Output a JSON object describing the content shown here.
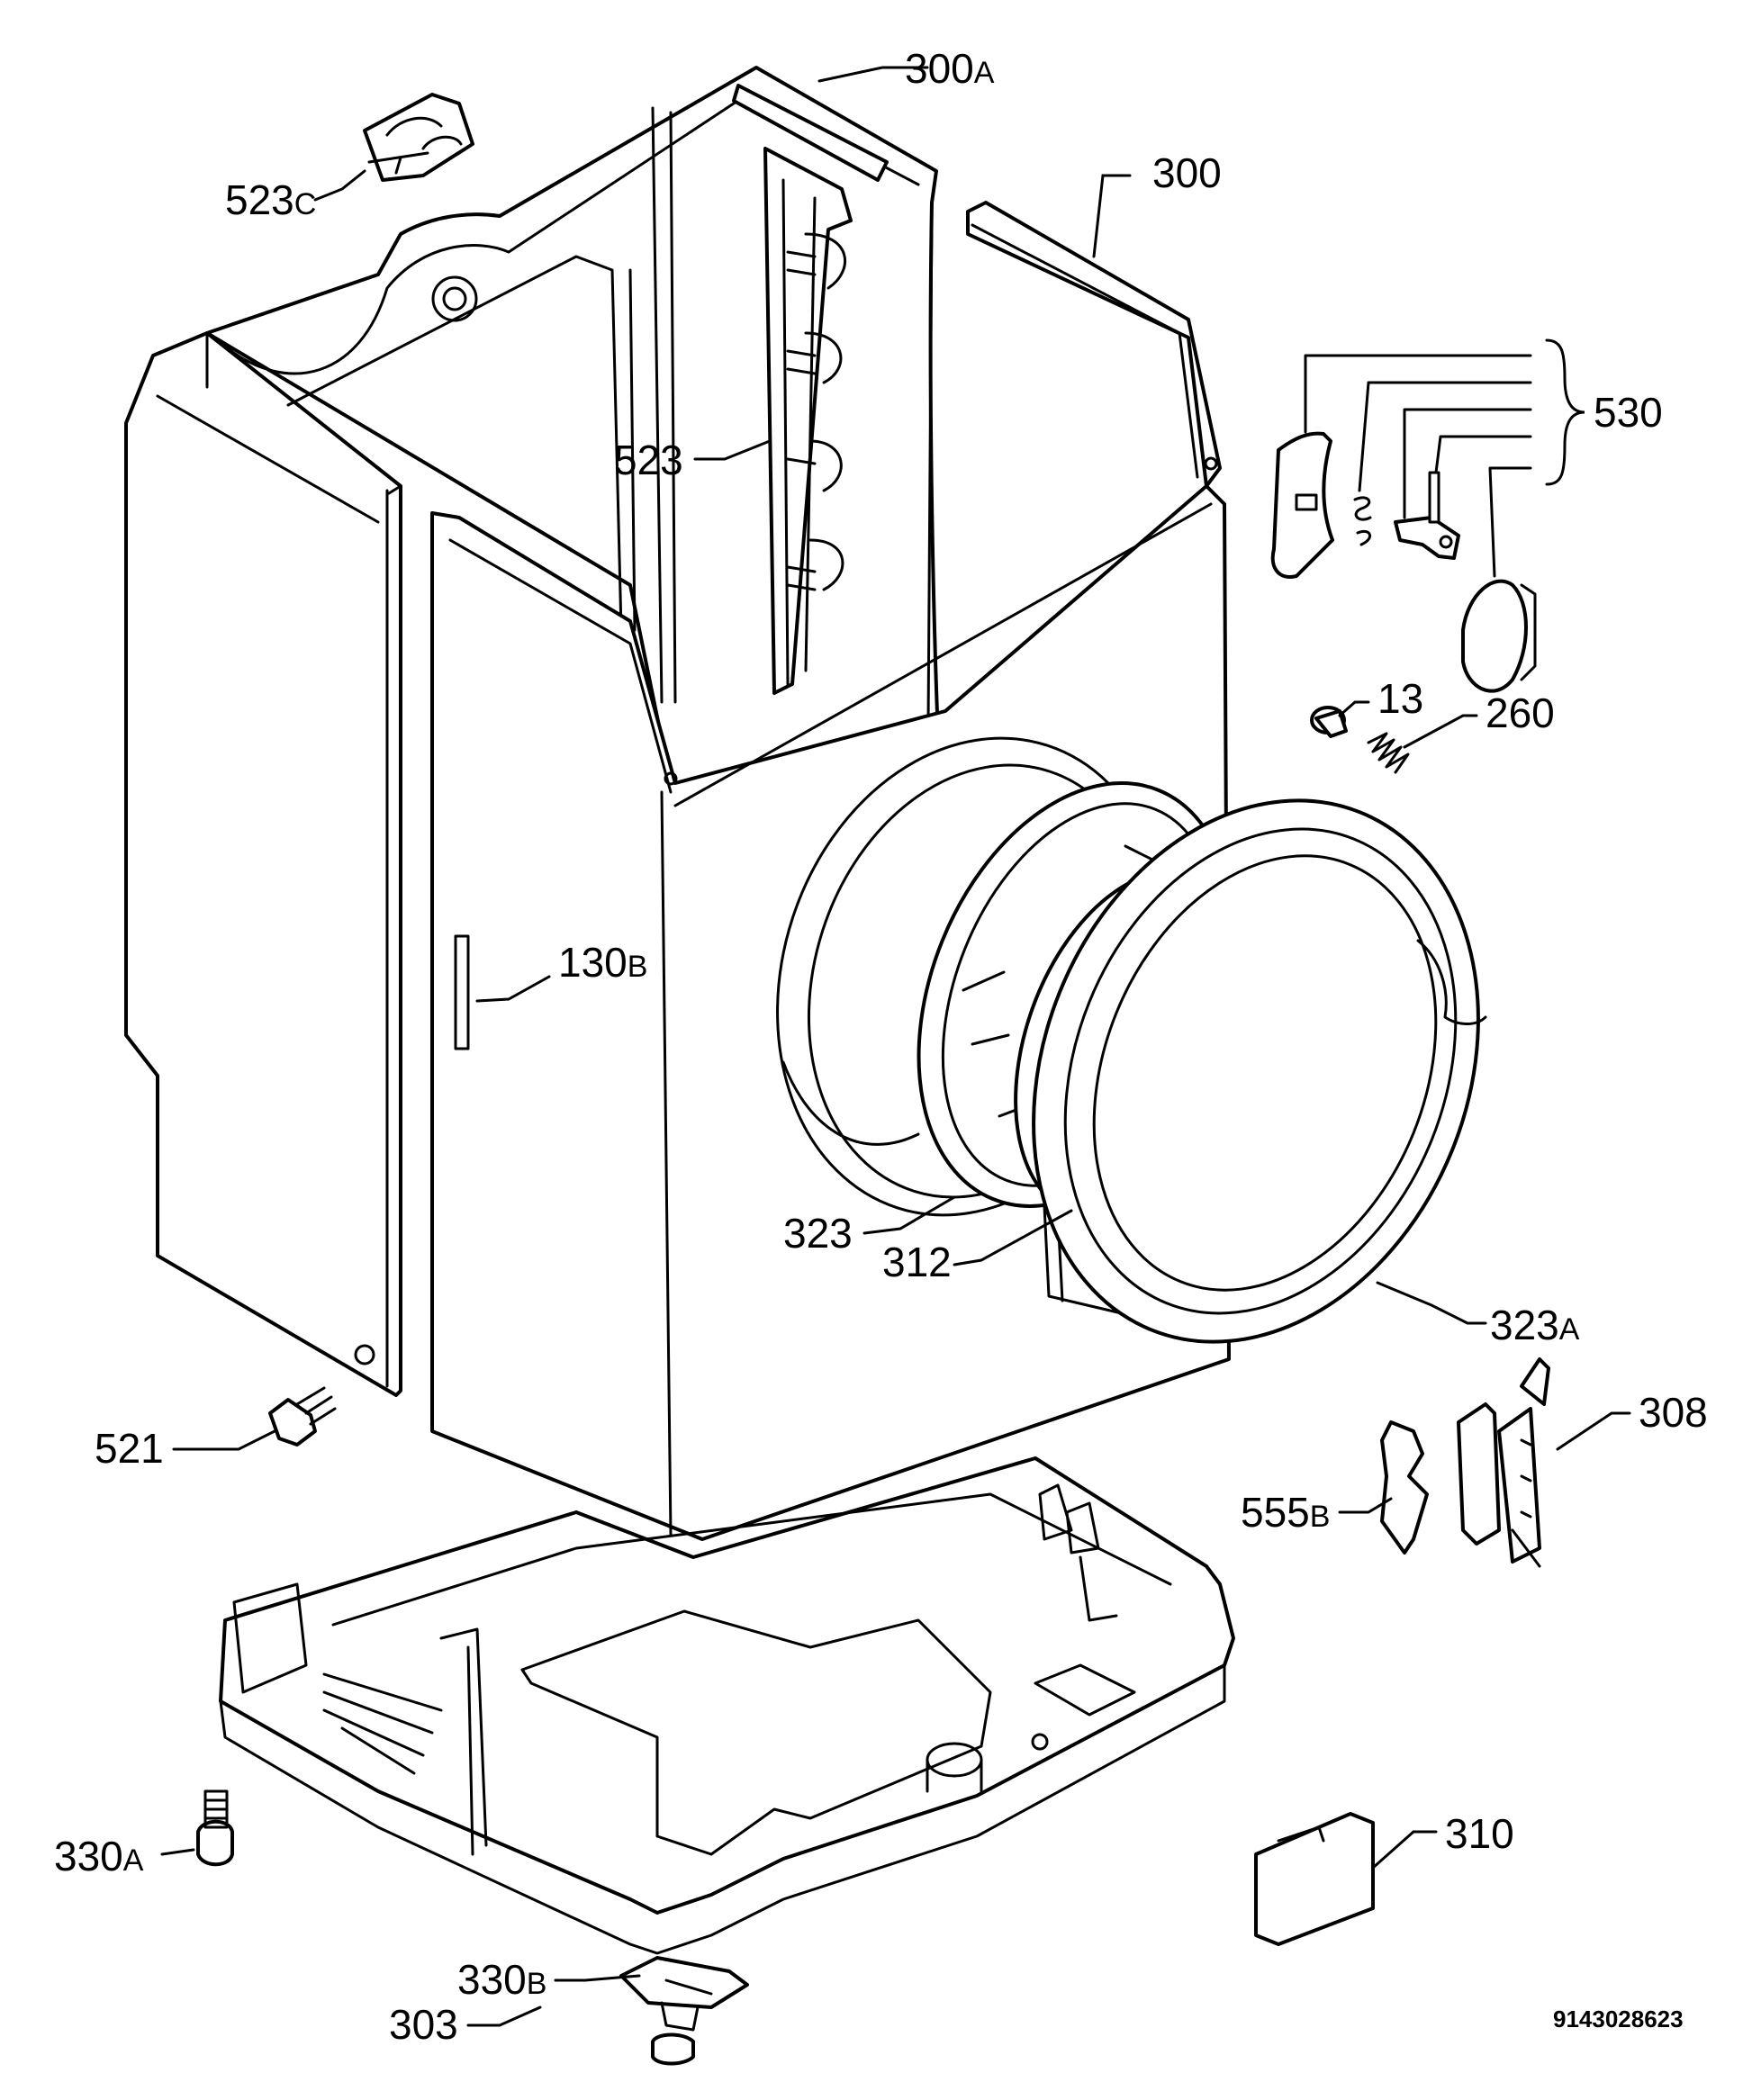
{
  "labels": {
    "p300A_num": "300",
    "p300A_suf": "A",
    "p523C_num": "523",
    "p523C_suf": "C",
    "p300": "300",
    "p530": "530",
    "p523": "523",
    "p13": "13",
    "p260": "260",
    "p130B_num": "130",
    "p130B_suf": "B",
    "p323": "323",
    "p312": "312",
    "p323A_num": "323",
    "p323A_suf": "A",
    "p521": "521",
    "p308": "308",
    "p555B_num": "555",
    "p555B_suf": "B",
    "p330A_num": "330",
    "p330A_suf": "A",
    "p310": "310",
    "p303": "303",
    "p330B_num": "330",
    "p330B_suf": "B"
  },
  "document_number": "9143028623"
}
